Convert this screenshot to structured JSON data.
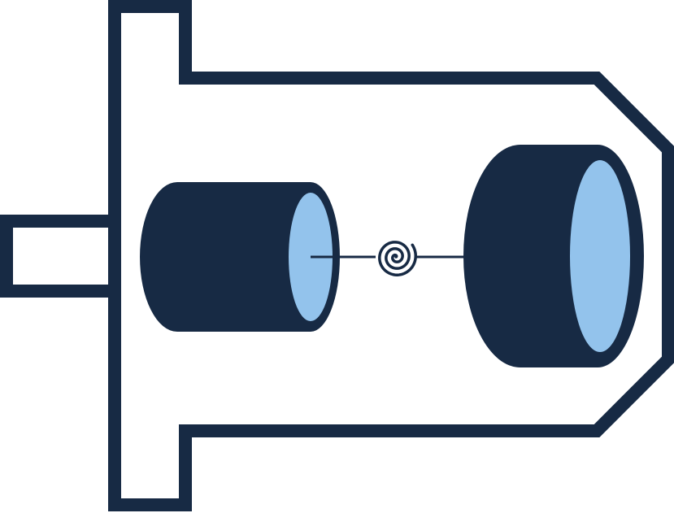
{
  "colors": {
    "outline": "#172A44",
    "glass": "#93C3EC",
    "background": "#FFFFFF"
  },
  "parts": {
    "housing": "tube-housing-outline",
    "mount": "mounting-flange",
    "connector": "connector-pin",
    "cathode": "left-cylinder-electrode",
    "anode": "right-cylinder-electrode",
    "filament": "spiral-filament-icon"
  }
}
